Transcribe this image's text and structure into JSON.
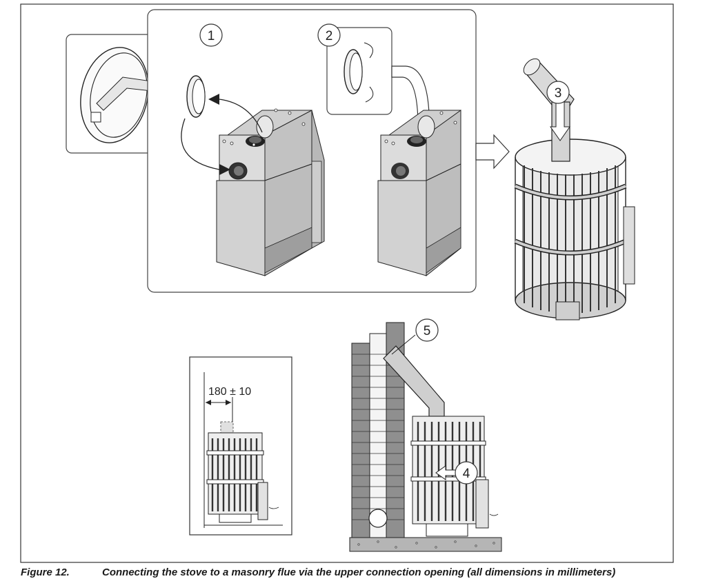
{
  "figure": {
    "number_label": "Figure 12.",
    "caption": "Connecting the stove to a masonry flue via the upper connection opening (all dimensions in millimeters)"
  },
  "callouts": [
    "1",
    "2",
    "3",
    "4",
    "5"
  ],
  "dimension_label": "180 ± 10",
  "colors": {
    "line": "#222222",
    "metal": "#d4d4d4",
    "metal_dark": "#a8a8a8",
    "brick": "#8f8f8f",
    "ground": "#b5b5b5"
  }
}
